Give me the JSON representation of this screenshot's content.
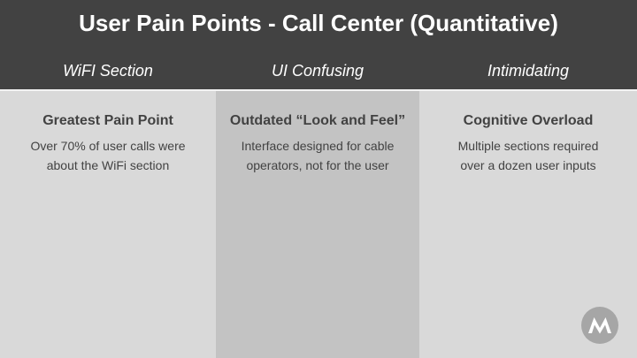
{
  "slide": {
    "title": "User Pain Points - Call Center (Quantitative)",
    "columns": [
      {
        "header": "WiFI Section",
        "title": "Greatest Pain Point",
        "body_line1": "Over 70% of user calls were",
        "body_line2": "about the WiFi section"
      },
      {
        "header": "UI Confusing",
        "title": "Outdated “Look and Feel”",
        "body_line1": "Interface designed for cable",
        "body_line2": "operators, not for the user"
      },
      {
        "header": "Intimidating",
        "title": "Cognitive Overload",
        "body_line1": "Multiple sections required",
        "body_line2": "over a dozen user inputs"
      }
    ]
  },
  "logo": {
    "icon": "motorola-logo-icon",
    "color": "#a6a6a6"
  }
}
